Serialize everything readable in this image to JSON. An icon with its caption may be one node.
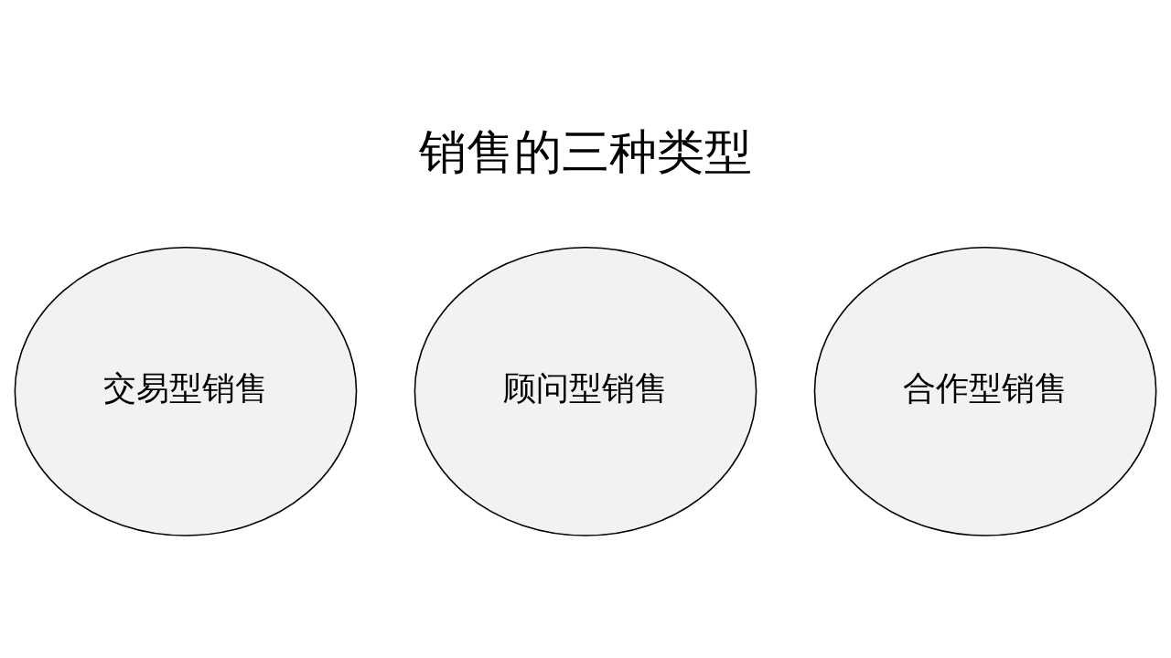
{
  "diagram": {
    "title": "销售的三种类型",
    "nodes": [
      {
        "text": [
          "交易型销售"
        ]
      },
      {
        "text": [
          "顾问型销售"
        ]
      },
      {
        "text": [
          "合作型销售"
        ]
      }
    ]
  }
}
